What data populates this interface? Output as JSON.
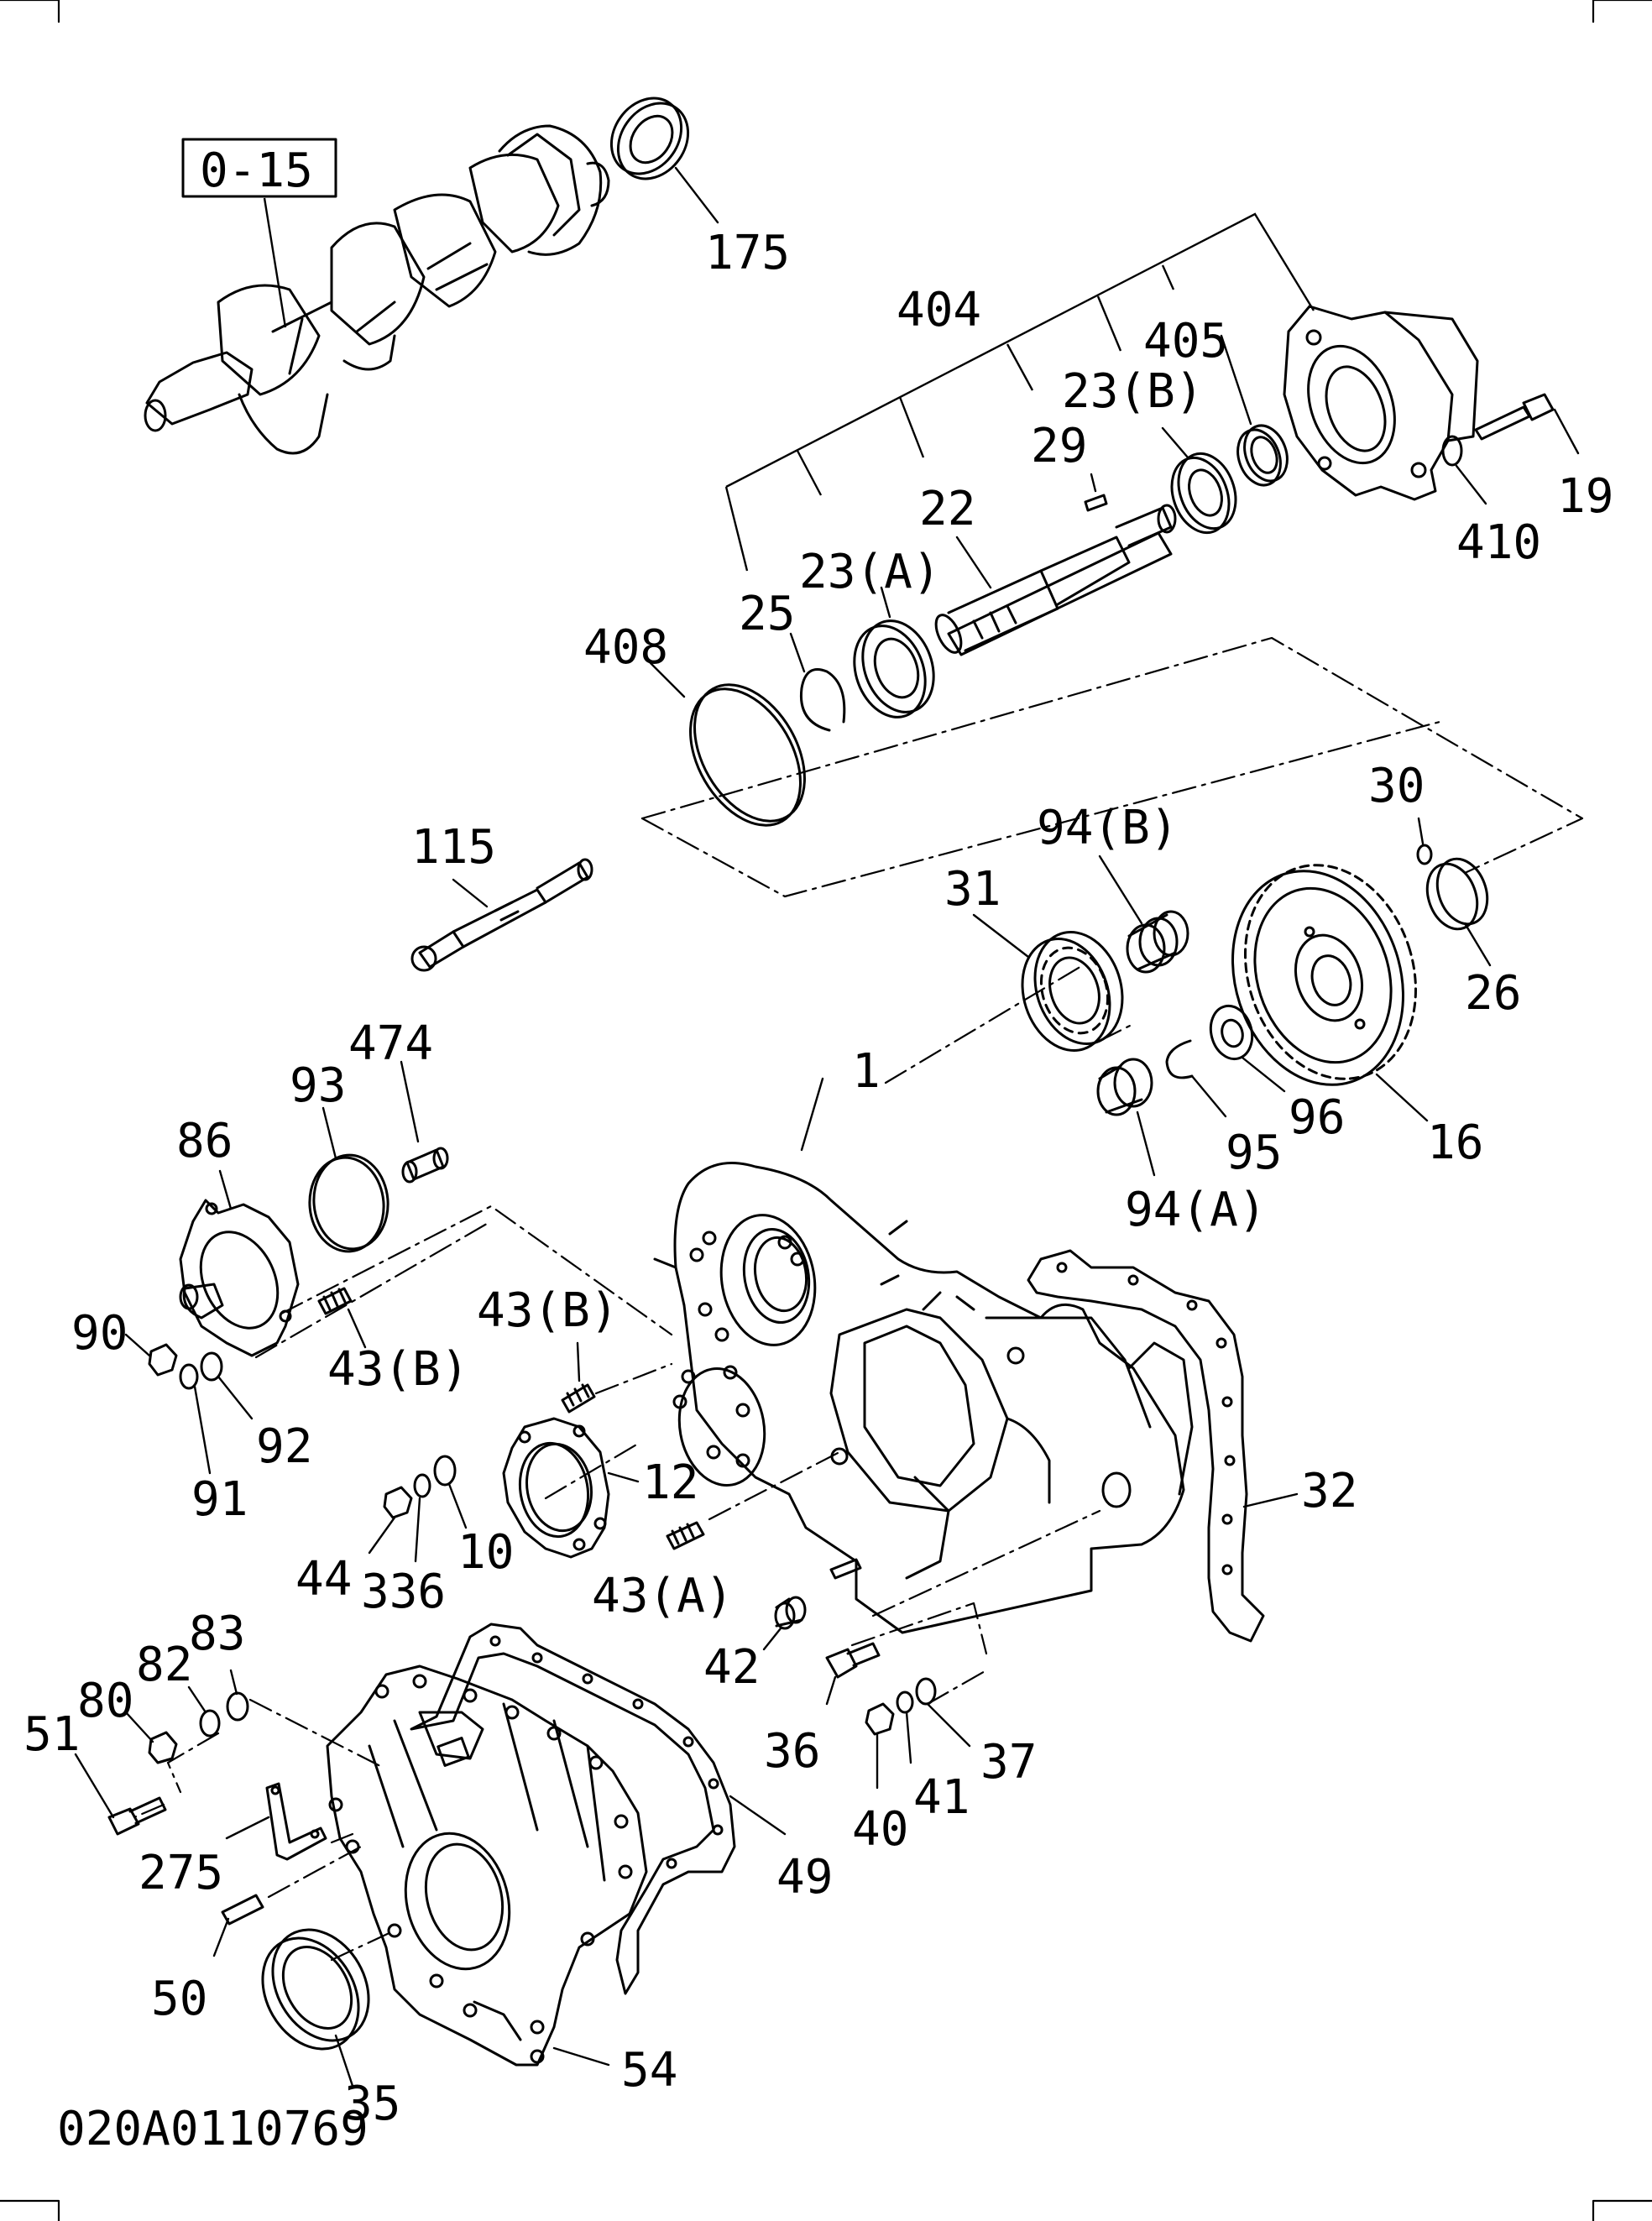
{
  "reference_box": "0-15",
  "drawing_number": "020A0110769",
  "callouts": [
    "175",
    "404",
    "405",
    "23(B)",
    "29",
    "22",
    "19",
    "410",
    "23(A)",
    "25",
    "408",
    "30",
    "94(B)",
    "31",
    "26",
    "115",
    "474",
    "93",
    "86",
    "1",
    "96",
    "95",
    "16",
    "94(A)",
    "90",
    "43(B)",
    "43(B)",
    "92",
    "91",
    "12",
    "32",
    "44",
    "336",
    "10",
    "43(A)",
    "42",
    "83",
    "82",
    "80",
    "51",
    "36",
    "37",
    "41",
    "40",
    "275",
    "49",
    "50",
    "35",
    "54"
  ]
}
